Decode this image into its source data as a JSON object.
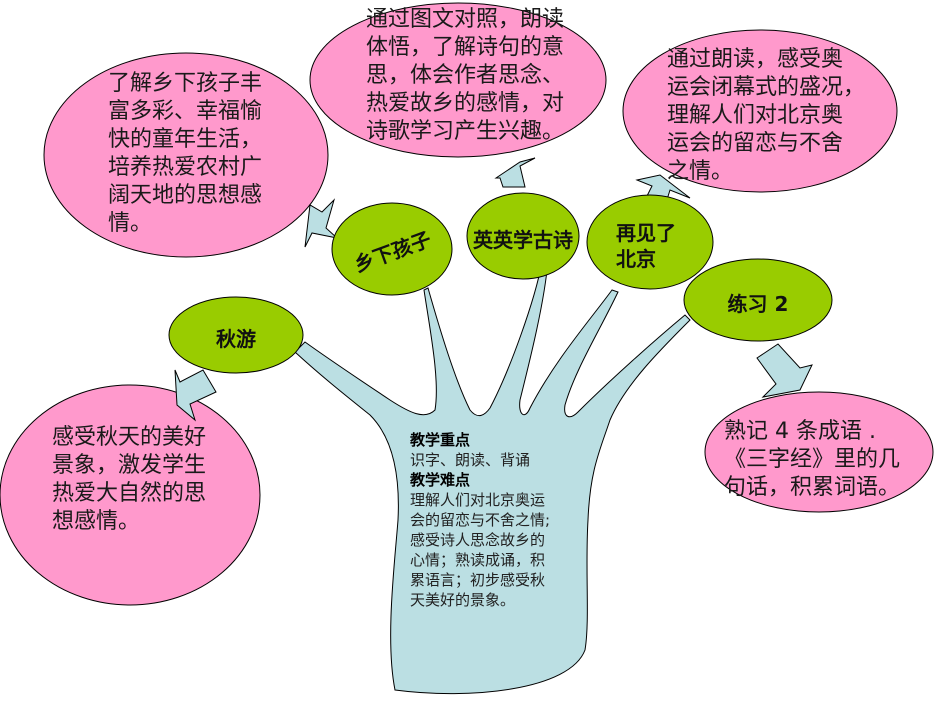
{
  "colors": {
    "pink_bubble": "#FF99CC",
    "green_node": "#99CC00",
    "trunk_fill": "#BBDFE3",
    "outline": "#000000"
  },
  "nodes": {
    "qiuyou": "秋游",
    "xiangxia": "乡下孩子",
    "yingying": "英英学古诗",
    "zaijian_line1": "再见了",
    "zaijian_line2": "北京",
    "lianxi": "练习 2"
  },
  "bubbles": {
    "xiangxia": [
      "了解乡下孩子丰",
      "富多彩、幸福愉",
      "快的童年生活，",
      "培养热爱农村广",
      "阔天地的思想感",
      "情。"
    ],
    "yingying": [
      "通过图文对照，朗读",
      "体悟，了解诗句的意",
      "思，体会作者思念、",
      "热爱故乡的感情，对",
      "诗歌学习产生兴趣。"
    ],
    "zaijian": [
      "通过朗读，感受奥",
      "运会闭幕式的盛况，",
      "理解人们对北京奥",
      "运会的留恋与不舍",
      "之情。"
    ],
    "qiuyou": [
      "感受秋天的美好",
      "景象，激发学生",
      "热爱大自然的思",
      "想感情。"
    ],
    "lianxi": [
      "熟记 4 条成语 .",
      "《三字经》里的几",
      "句话，积累词语。"
    ]
  },
  "trunk": {
    "heading1": "教学重点",
    "text1": "识字、朗读、背诵",
    "heading2": "教学难点",
    "lines2": [
      "理解人们对北京奥运",
      "会的留恋与不舍之情;",
      "感受诗人思念故乡的",
      "心情；熟读成诵，积",
      "累语言；初步感受秋",
      "天美好的景象。"
    ]
  },
  "icons": {
    "arrow": "block-arrow-icon"
  }
}
